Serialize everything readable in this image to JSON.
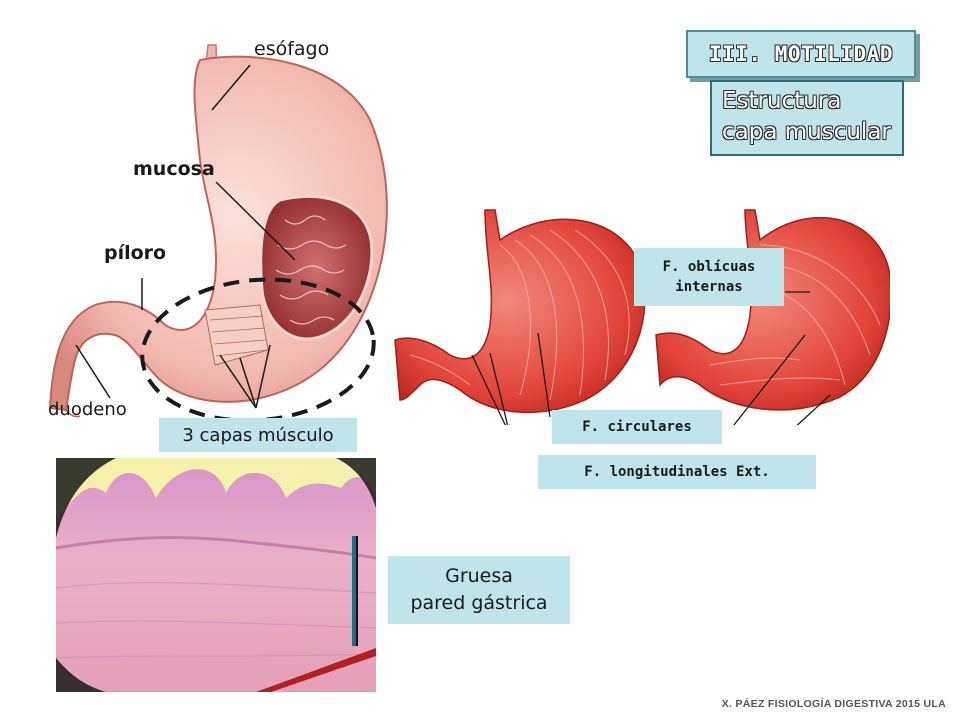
{
  "title": "III. MOTILIDAD",
  "subtitle": [
    "Estructura",
    "capa muscular"
  ],
  "labels": {
    "esofago": "esófago",
    "mucosa": "mucosa",
    "piloro": "píloro",
    "duodeno": "duodeno",
    "capas": "3 capas músculo",
    "obliquas": [
      "F. oblícuas",
      "internas"
    ],
    "circulares": "F. circulares",
    "longitudinales": "F. longitudinales Ext.",
    "gruesa": [
      "Gruesa",
      "pared gástrica"
    ]
  },
  "footer": "X. PÁEZ   FISIOLOGÍA DIGESTIVA 2015 ULA",
  "colors": {
    "box_fill": "#bfe4ea",
    "box_border": "#2f6f73",
    "stomach_pink": "#f2b8b0",
    "muscle_red": "#e2453a",
    "tissue_pink": "#e9a9c6"
  }
}
